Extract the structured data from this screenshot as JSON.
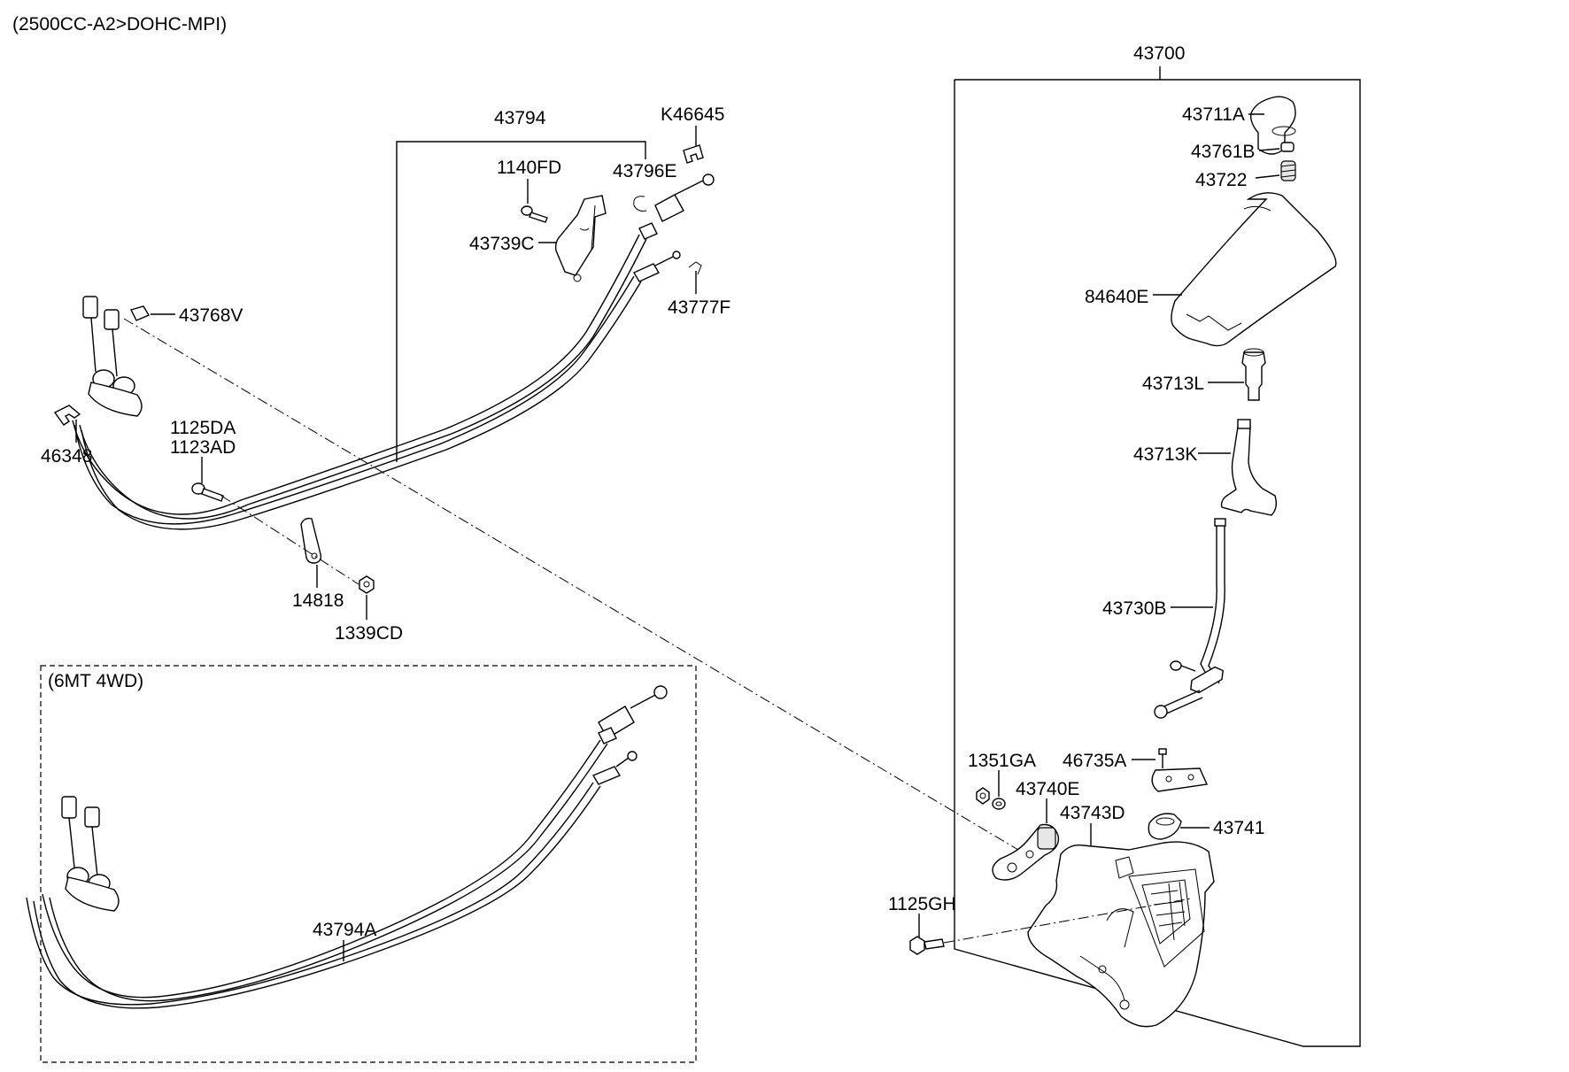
{
  "header": {
    "variant": "(2500CC-A2>DOHC-MPI)"
  },
  "subgroup": {
    "label": "(6MT 4WD)"
  },
  "parts": {
    "p43700": "43700",
    "p43711A": "43711A",
    "p43761B": "43761B",
    "p43722": "43722",
    "p84640E": "84640E",
    "p43713L": "43713L",
    "p43713K": "43713K",
    "p43730B": "43730B",
    "p1351GA": "1351GA",
    "p46735A": "46735A",
    "p43740E": "43740E",
    "p43743D": "43743D",
    "p43741": "43741",
    "p1125GH": "1125GH",
    "p43794": "43794",
    "pK46645": "K46645",
    "p1140FD": "1140FD",
    "p43796E": "43796E",
    "p43739C": "43739C",
    "p43777F": "43777F",
    "p43768V": "43768V",
    "p46348": "46348",
    "p1125DA": "1125DA",
    "p1123AD": "1123AD",
    "p14818": "14818",
    "p1339CD": "1339CD",
    "p43794A": "43794A"
  }
}
